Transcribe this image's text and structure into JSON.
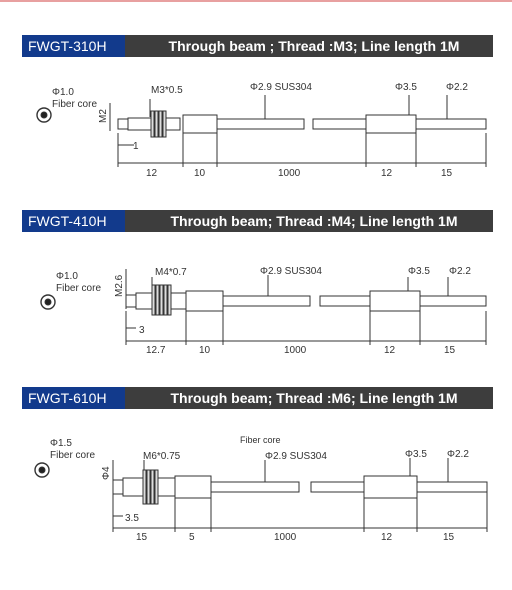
{
  "colors": {
    "model_bg": "#123a8c",
    "bar_bg": "#3d3d3d",
    "line": "#333333"
  },
  "sections": [
    {
      "model": "FWGT-310H",
      "description": "Through beam ; Thread :M3; Line length 1M",
      "core_size": "Φ1.0",
      "core_label": "Fiber core",
      "fiber_label": "",
      "thread_label": "M3*0.5",
      "diameter_label": "M2",
      "tip_label": "1",
      "sheath_label": "Φ2.9 SUS304",
      "sleeve_label": "Φ3.5",
      "end_label": "Φ2.2",
      "dims": [
        "12",
        "10",
        "1000",
        "12",
        "15"
      ]
    },
    {
      "model": "FWGT-410H",
      "description": "Through beam; Thread :M4; Line length 1M",
      "core_size": "Φ1.0",
      "core_label": "Fiber core",
      "fiber_label": "",
      "thread_label": "M4*0.7",
      "diameter_label": "M2.6",
      "tip_label": "3",
      "sheath_label": "Φ2.9 SUS304",
      "sleeve_label": "Φ3.5",
      "end_label": "Φ2.2",
      "dims": [
        "12.7",
        "10",
        "1000",
        "12",
        "15"
      ]
    },
    {
      "model": "FWGT-610H",
      "description": "Through beam; Thread :M6; Line length 1M",
      "core_size": "Φ1.5",
      "core_label": "Fiber core",
      "fiber_label": "Fiber core",
      "thread_label": "M6*0.75",
      "diameter_label": "Φ4",
      "tip_label": "3.5",
      "sheath_label": "Φ2.9 SUS304",
      "sleeve_label": "Φ3.5",
      "end_label": "Φ2.2",
      "dims": [
        "15",
        "5",
        "1000",
        "12",
        "15"
      ]
    }
  ]
}
